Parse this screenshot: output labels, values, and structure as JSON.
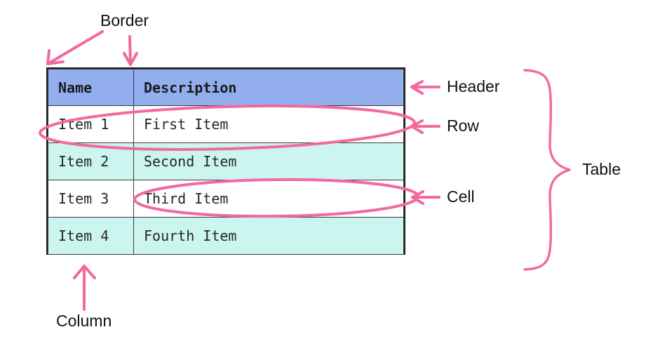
{
  "diagram": {
    "title_context": "HTML table anatomy annotated diagram",
    "accent_color": "#f2699f",
    "header_color": "#93aeef",
    "stripe_color": "#ccf5ef",
    "border_color": "#222222",
    "text_color": "#111114"
  },
  "table": {
    "columns": [
      {
        "key": "name",
        "header": "Name"
      },
      {
        "key": "description",
        "header": "Description"
      }
    ],
    "rows": [
      {
        "name": "Item 1",
        "description": "First Item",
        "striped": false
      },
      {
        "name": "Item 2",
        "description": "Second Item",
        "striped": true
      },
      {
        "name": "Item 3",
        "description": "Third Item",
        "striped": false
      },
      {
        "name": "Item 4",
        "description": "Fourth Item",
        "striped": true
      }
    ]
  },
  "annotations": {
    "border": {
      "label": "Border",
      "marker": "two-arrows-down",
      "points_to": "outer border and column border"
    },
    "header": {
      "label": "Header",
      "marker": "arrow-left",
      "points_to": "header row"
    },
    "row": {
      "label": "Row",
      "marker": "arrow-left",
      "points_to": "first body row"
    },
    "cell": {
      "label": "Cell",
      "marker": "arrow-left",
      "points_to": "description cell of row 3"
    },
    "table": {
      "label": "Table",
      "marker": "curly-brace",
      "points_to": "whole table"
    },
    "column": {
      "label": "Column",
      "marker": "arrow-up",
      "points_to": "name column"
    }
  },
  "highlights": [
    {
      "target": "row",
      "shape": "ellipse",
      "label": "Row ellipse around Item 1 / First Item"
    },
    {
      "target": "cell",
      "shape": "ellipse",
      "label": "Cell ellipse around Third Item"
    }
  ]
}
